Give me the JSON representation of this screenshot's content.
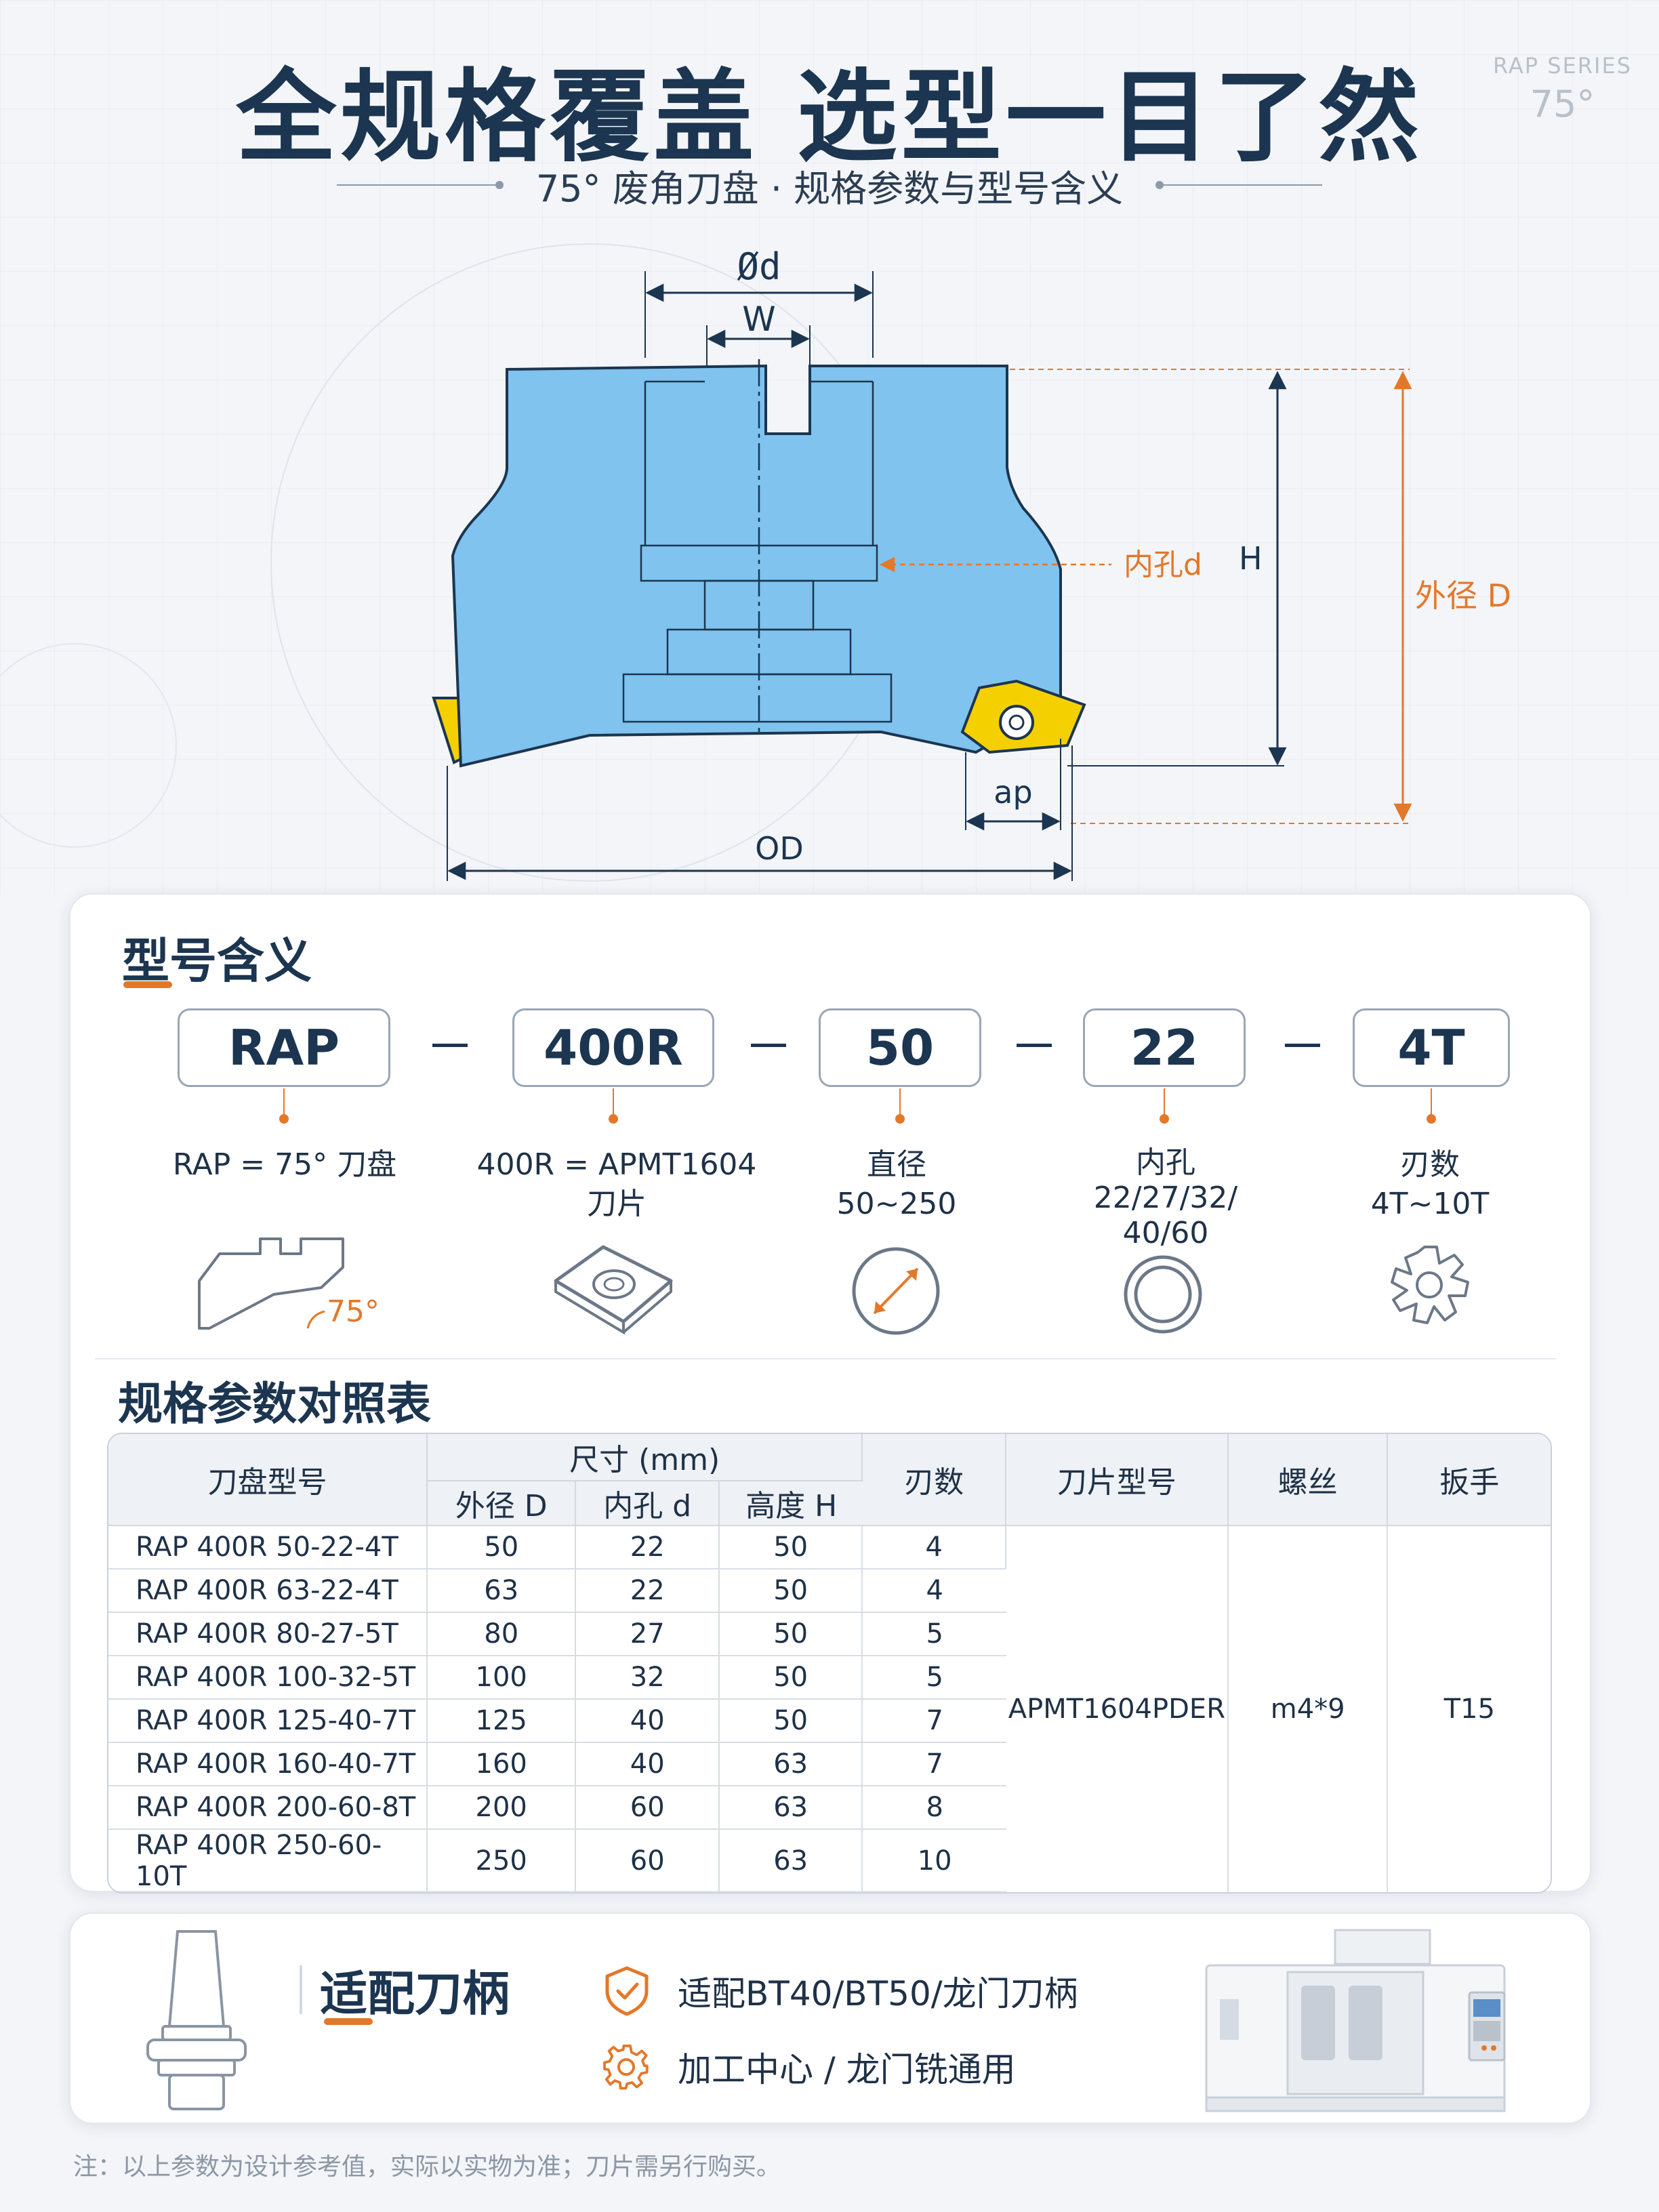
{
  "header": {
    "title": "全规格覆盖  选型一目了然",
    "subtitle": "75° 废角刀盘 · 规格参数与型号含义",
    "series_label": "RAP SERIES",
    "series_angle": "75°"
  },
  "diagram": {
    "label_0d": "Ød",
    "label_w": "W",
    "label_inner": "内孔d",
    "label_h": "H",
    "label_outer": "外径 D",
    "label_ap": "ap",
    "label_od": "OD"
  },
  "model_meaning": {
    "title": "型号含义",
    "parts": [
      {
        "code": "RAP",
        "desc_lines": [
          "RAP = 75° 刀盘"
        ],
        "icon": "cutter-profile-icon",
        "icon_text": "75°"
      },
      {
        "code": "400R",
        "desc_lines": [
          "400R = APMT1604",
          "刀片"
        ],
        "icon": "insert-icon"
      },
      {
        "code": "50",
        "desc_lines": [
          "直径",
          "50~250"
        ],
        "icon": "diameter-circle-icon"
      },
      {
        "code": "22",
        "desc_lines": [
          "内孔",
          "22/27/32/",
          "40/60"
        ],
        "icon": "ring-icon"
      },
      {
        "code": "4T",
        "desc_lines": [
          "刃数",
          "4T~10T"
        ],
        "icon": "gear-cutter-icon"
      }
    ]
  },
  "spec_table": {
    "title": "规格参数对照表",
    "headers": {
      "model": "刀盘型号",
      "size_group": "尺寸 (mm)",
      "outer_d": "外径 D",
      "inner_d": "内孔 d",
      "height_h": "高度 H",
      "teeth": "刃数",
      "insert": "刀片型号",
      "screw": "螺丝",
      "wrench": "扳手"
    },
    "rows": [
      {
        "model": "RAP 400R 50-22-4T",
        "D": "50",
        "d": "22",
        "H": "50",
        "teeth": "4"
      },
      {
        "model": "RAP 400R 63-22-4T",
        "D": "63",
        "d": "22",
        "H": "50",
        "teeth": "4"
      },
      {
        "model": "RAP 400R 80-27-5T",
        "D": "80",
        "d": "27",
        "H": "50",
        "teeth": "5"
      },
      {
        "model": "RAP 400R 100-32-5T",
        "D": "100",
        "d": "32",
        "H": "50",
        "teeth": "5"
      },
      {
        "model": "RAP 400R 125-40-7T",
        "D": "125",
        "d": "40",
        "H": "50",
        "teeth": "7"
      },
      {
        "model": "RAP 400R 160-40-7T",
        "D": "160",
        "d": "40",
        "H": "63",
        "teeth": "7"
      },
      {
        "model": "RAP 400R 200-60-8T",
        "D": "200",
        "d": "60",
        "H": "63",
        "teeth": "8"
      },
      {
        "model": "RAP 400R 250-60-10T",
        "D": "250",
        "d": "60",
        "H": "63",
        "teeth": "10"
      }
    ],
    "shared": {
      "insert": "APMT1604PDER",
      "screw": "m4*9",
      "wrench": "T15"
    }
  },
  "holder": {
    "title": "适配刀柄",
    "features": [
      {
        "icon": "shield-check-icon",
        "text": "适配BT40/BT50/龙门刀柄"
      },
      {
        "icon": "gear-icon",
        "text": "加工中心 / 龙门铣通用"
      }
    ]
  },
  "footer_note": "注：以上参数为设计参考值，实际以实物为准；刀片需另行购买。",
  "colors": {
    "navy": "#1c3550",
    "accent_orange": "#e3782a",
    "cutter_blue": "#7fc3ee",
    "insert_yellow": "#f5d000"
  }
}
